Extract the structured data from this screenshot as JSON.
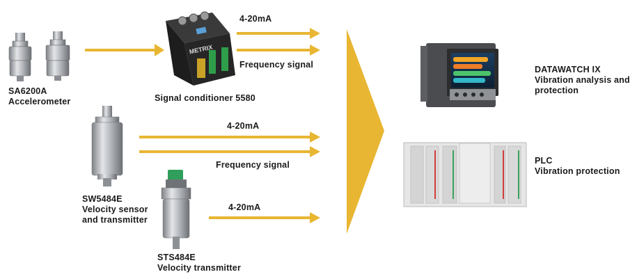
{
  "accent_color": "#E8B632",
  "devices": {
    "accelerometer": {
      "model": "SA6200A",
      "description": "Accelerometer"
    },
    "conditioner": {
      "caption": "Signal conditioner 5580",
      "housing_brand": "METRIX"
    },
    "velocity_sensor": {
      "model": "SW5484E",
      "line1": "Velocity sensor",
      "line2": "and transmitter"
    },
    "velocity_transmitter": {
      "model": "STS484E",
      "description": "Velocity transmitter"
    },
    "datawatch": {
      "name": "DATAWATCH IX",
      "line1": "Vibration analysis and",
      "line2": "protection"
    },
    "plc": {
      "name": "PLC",
      "description": "Vibration protection"
    }
  },
  "signals": {
    "conditioner_current": "4-20mA",
    "conditioner_frequency": "Frequency signal",
    "sensor_current": "4-20mA",
    "sensor_frequency": "Frequency signal",
    "transmitter_current": "4-20mA"
  }
}
